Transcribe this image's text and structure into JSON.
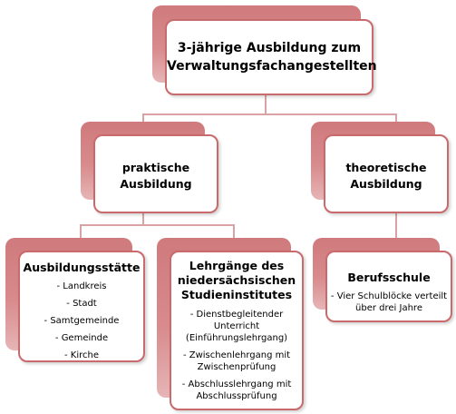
{
  "root": {
    "title_line1": "3-jährige Ausbildung zum",
    "title_line2": "Verwaltungsfachangestellten"
  },
  "branches": {
    "praktisch": {
      "line1": "praktische",
      "line2": "Ausbildung"
    },
    "theoretisch": {
      "line1": "theoretische",
      "line2": "Ausbildung"
    }
  },
  "leaves": {
    "ausbildungsstaette": {
      "title": "Ausbildungsstätte",
      "items": [
        "Landkreis",
        "Stadt",
        "Samtgemeinde",
        "Gemeinde",
        "Kirche"
      ]
    },
    "lehrgaenge": {
      "title_line1": "Lehrgänge des",
      "title_line2": "niedersächsischen",
      "title_line3": "Studieninstitutes",
      "items": [
        [
          "Dienstbegleitender",
          "Unterricht",
          "(Einführungslehrgang)"
        ],
        [
          "Zwischenlehrgang mit",
          "Zwischenprüfung"
        ],
        [
          "Abschlusslehrgang mit",
          "Abschlussprüfung"
        ]
      ]
    },
    "berufsschule": {
      "title": "Berufsschule",
      "item_line1": "Vier Schulblöcke verteilt",
      "item_line2": "über drei Jahre"
    }
  },
  "colors": {
    "accent_back": "#cf7a7d",
    "accent_border": "#c96a6d",
    "connector": "#d9a3a5"
  }
}
